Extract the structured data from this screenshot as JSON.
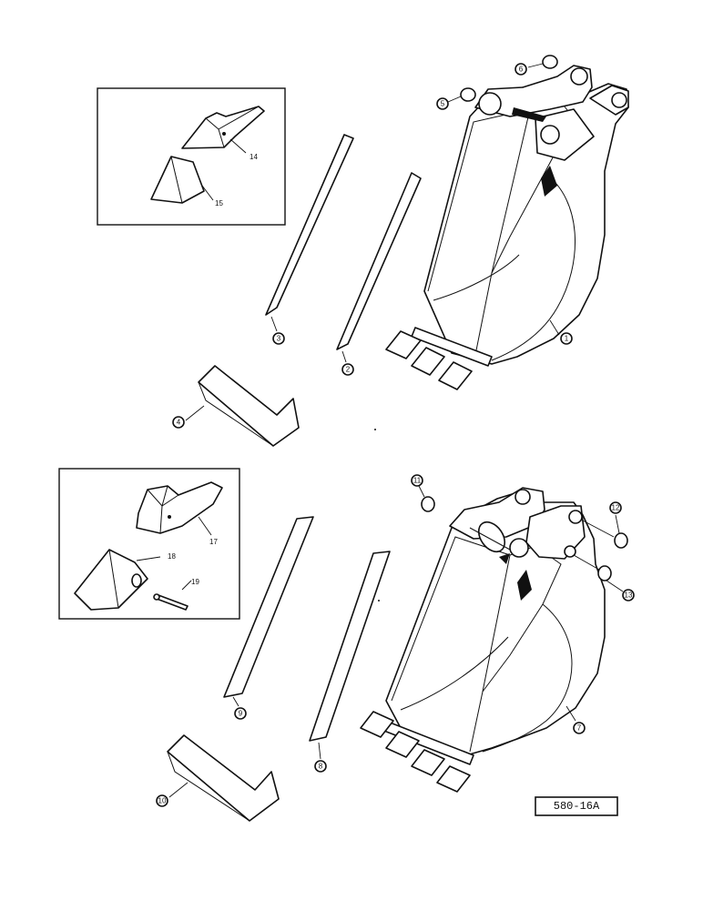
{
  "diagram": {
    "drawing_code": "580-16A",
    "callouts": {
      "c1": "1",
      "c2": "2",
      "c3": "3",
      "c4": "4",
      "c5": "5",
      "c6": "6",
      "c7": "7",
      "c8": "8",
      "c9": "9",
      "c10": "10",
      "c11": "11",
      "c12": "12",
      "c13": "13",
      "c14": "14",
      "c15": "15",
      "c17": "17",
      "c18": "18",
      "c19": "19"
    }
  }
}
